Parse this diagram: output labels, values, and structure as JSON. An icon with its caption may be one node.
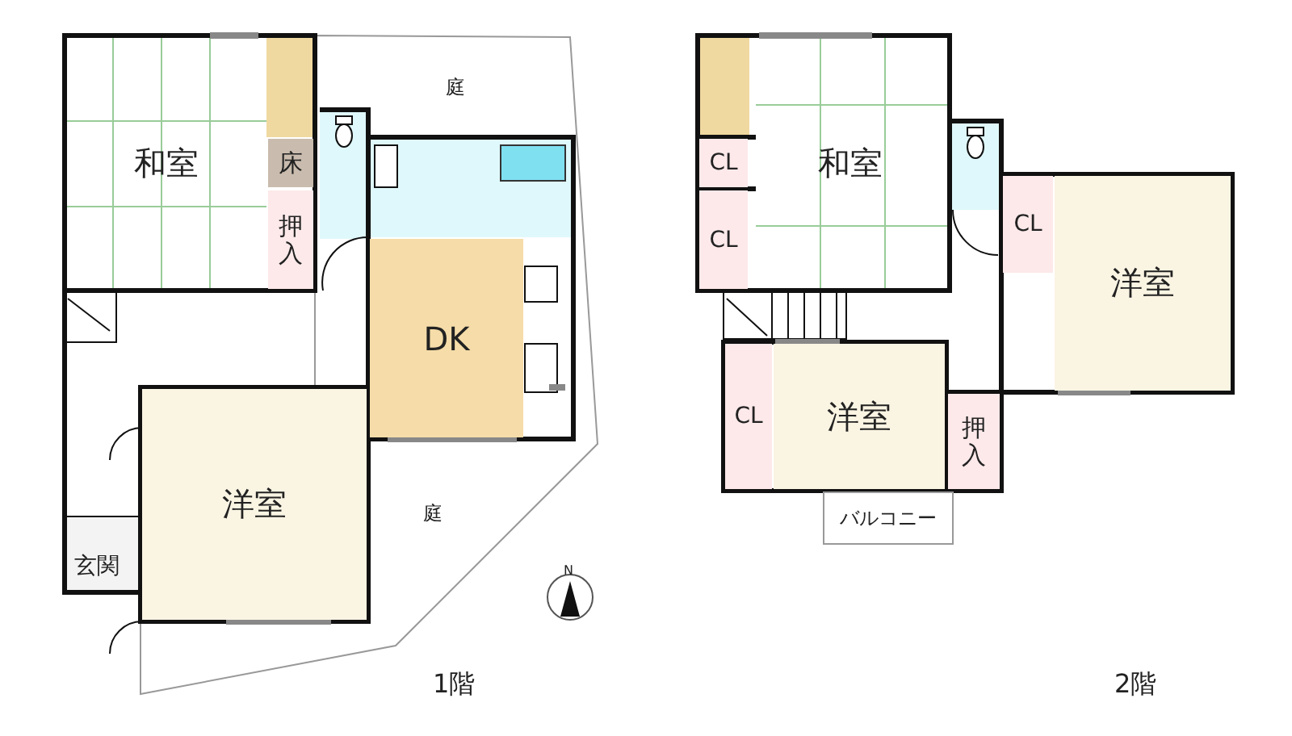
{
  "diagram": {
    "nodes": [
      {
        "text": [
          "和室"
        ]
      },
      {
        "text": [
          "床"
        ]
      },
      {
        "text": [
          "押入"
        ]
      },
      {
        "text": [
          "DK"
        ]
      },
      {
        "text": [
          "洋室"
        ]
      },
      {
        "text": [
          "玄関"
        ]
      },
      {
        "text": [
          "CL"
        ]
      },
      {
        "text": [
          "和室"
        ]
      },
      {
        "text": [
          "CL"
        ]
      },
      {
        "text": [
          "CL"
        ]
      },
      {
        "text": [
          "洋室"
        ]
      },
      {
        "text": [
          "CL"
        ]
      },
      {
        "text": [
          "洋室"
        ]
      },
      {
        "text": [
          "押入"
        ]
      },
      {
        "text": [
          "バルコニー"
        ]
      }
    ],
    "labels": [
      "庭",
      "庭",
      "N",
      "1階",
      "2階"
    ]
  }
}
